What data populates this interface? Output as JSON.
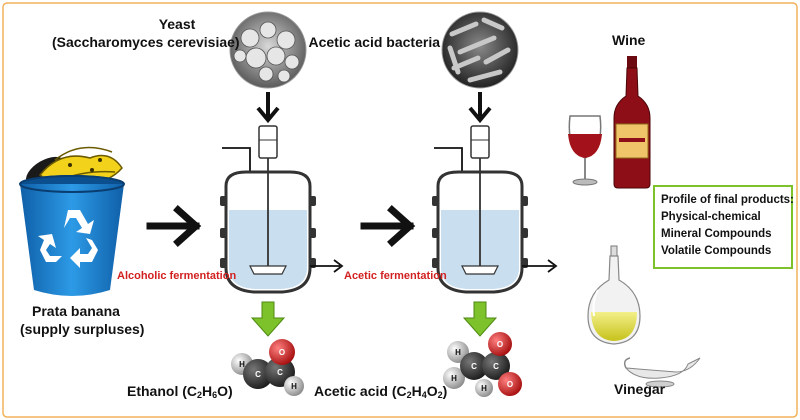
{
  "labels": {
    "yeast_title": "Yeast",
    "yeast_species": "(Saccharomyces cerevisiae)",
    "bacteria": "Acetic acid bacteria",
    "wine": "Wine",
    "vinegar": "Vinegar",
    "banana_line1": "Prata banana",
    "banana_line2": "(supply surpluses)",
    "alcoholic_fermentation": "Alcoholic fermentation",
    "acetic_fermentation": "Acetic fermentation",
    "ethanol_name": "Ethanol (C",
    "ethanol_c_sub": "2",
    "ethanol_h": "H",
    "ethanol_h_sub": "6",
    "ethanol_end": "O)",
    "acetic_name": "Acetic acid (C",
    "acetic_c_sub": "2",
    "acetic_h": "H",
    "acetic_h_sub": "4",
    "acetic_o": "O",
    "acetic_o_sub": "2",
    "acetic_end": ")"
  },
  "profile": {
    "title": "Profile of final products:",
    "items": [
      "Physical-chemical",
      "Mineral Compounds",
      "Volatile  Compounds"
    ]
  },
  "atoms": {
    "ethanol": [
      {
        "el": "H"
      },
      {
        "el": "C"
      },
      {
        "el": "C"
      },
      {
        "el": "O"
      },
      {
        "el": "H"
      }
    ],
    "acetic": [
      {
        "el": "H"
      },
      {
        "el": "H"
      },
      {
        "el": "C"
      },
      {
        "el": "C"
      },
      {
        "el": "O"
      },
      {
        "el": "O"
      },
      {
        "el": "H"
      }
    ]
  },
  "colors": {
    "border": "#f2b25a",
    "accent_green": "#7dc12b",
    "process_red": "#d21f1f",
    "bin_blue": "#1a7fd1",
    "liquid": "#c9dff0",
    "wine_red": "#a3121a"
  }
}
